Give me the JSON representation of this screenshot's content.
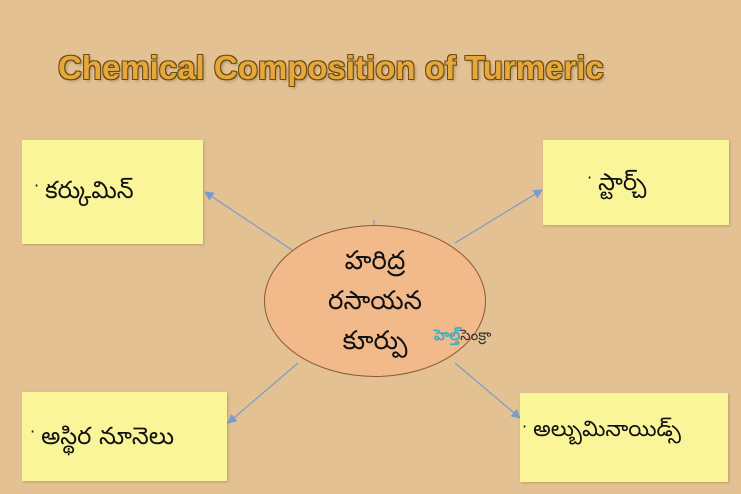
{
  "title": "Chemical Composition of Turmeric",
  "center": {
    "line1": "హరిద్ర",
    "line2": "రసాయన",
    "line3": "కూర్పు"
  },
  "items": [
    {
      "bullet": "·",
      "label": "కర్కుమిన్"
    },
    {
      "bullet": "·",
      "label": "స్టార్చ్"
    },
    {
      "bullet": "·",
      "label": "అస్థిర నూనెలు"
    },
    {
      "bullet": "·",
      "label": "అల్బుమినాయిడ్స్"
    }
  ],
  "watermark": {
    "part1": "హెల్త్",
    "part2": "సెంక్రా"
  },
  "colors": {
    "background": "#e3c193",
    "box": "#fbf59a",
    "ellipse": "#f2b98a",
    "arrow": "#7a9cc8",
    "title": "#e6a83a"
  }
}
